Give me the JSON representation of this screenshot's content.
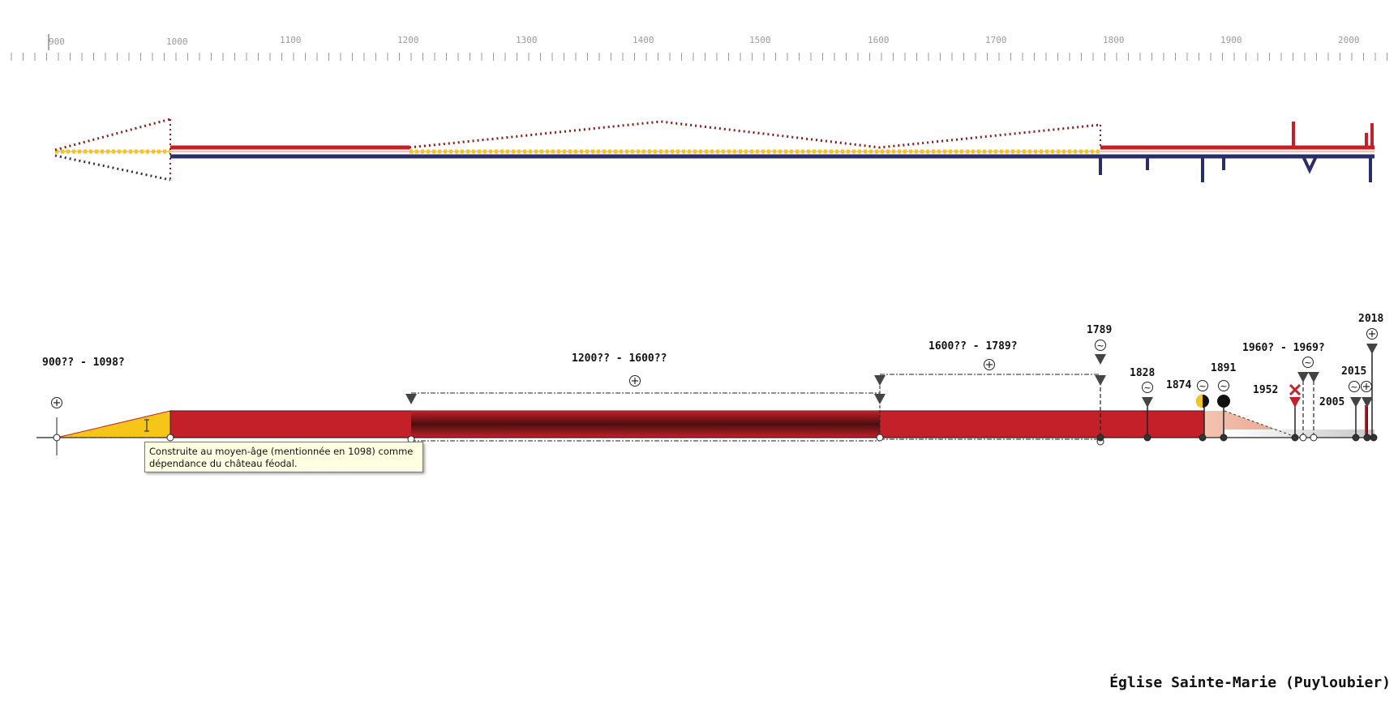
{
  "timeline": {
    "axis": {
      "labels": [
        "900",
        "1000",
        "1100",
        "1200",
        "1300",
        "1400",
        "1500",
        "1600",
        "1700",
        "1800",
        "1900",
        "2000"
      ]
    },
    "periods": [
      {
        "id": "p1",
        "label": "900?? - 1098?"
      },
      {
        "id": "p2",
        "label": "1200?? - 1600??"
      },
      {
        "id": "p3",
        "label": "1600?? - 1789?"
      },
      {
        "id": "p4",
        "label": "1960? - 1969?"
      }
    ],
    "events": [
      {
        "id": "e1789",
        "label": "1789"
      },
      {
        "id": "e1828",
        "label": "1828"
      },
      {
        "id": "e1874",
        "label": "1874"
      },
      {
        "id": "e1891",
        "label": "1891"
      },
      {
        "id": "e1952",
        "label": "1952"
      },
      {
        "id": "e2005",
        "label": "2005"
      },
      {
        "id": "e2015",
        "label": "2015"
      },
      {
        "id": "e2018",
        "label": "2018"
      }
    ],
    "tooltip": {
      "line1": "Construite au moyen-âge (mentionnée en 1098) comme",
      "line2": "dépendance du château féodal."
    },
    "title": "Église Sainte-Marie (Puyloubier)"
  },
  "colors": {
    "red": "#c4202a",
    "dark_red": "#8b1a1a",
    "yellow": "#f5c518",
    "navy": "#2b2d6b",
    "peach": "#f2c4b0"
  }
}
